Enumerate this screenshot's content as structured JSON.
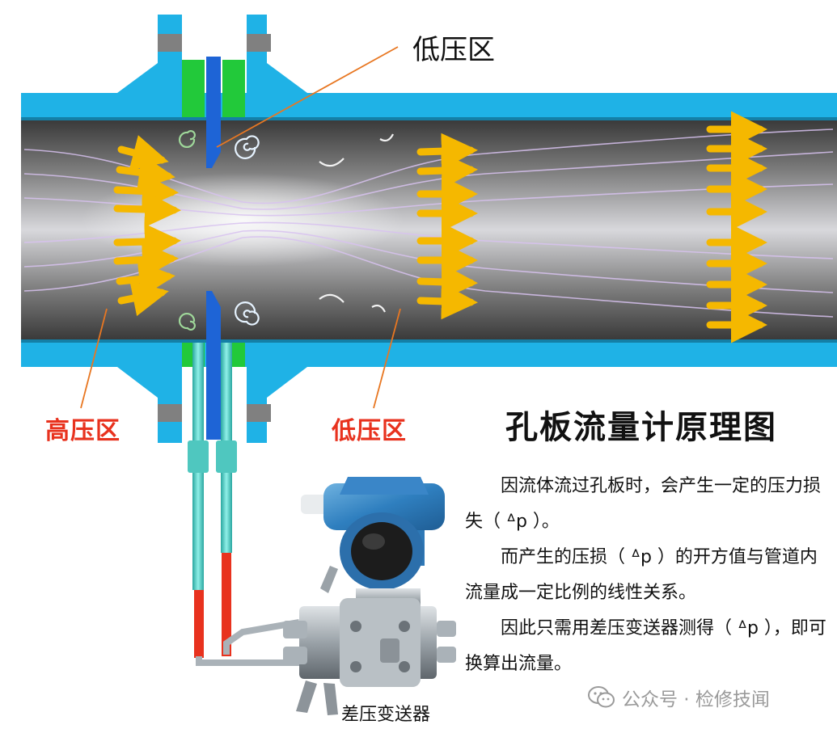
{
  "labels": {
    "low_pressure_top": "低压区",
    "high_pressure": "高压区",
    "low_pressure_bottom": "低压区",
    "title": "孔板流量计原理图",
    "device": "差压变送器"
  },
  "description": {
    "p1": "因流体流过孔板时，会产生一定的压力损失（ ᐞp ）。",
    "p2": "而产生的压损（ ᐞp ）的开方值与管道内流量成一定比例的线性关系。",
    "p3": "因此只需用差压变送器测得（ ᐞp ），即可换算出流量。"
  },
  "watermark": {
    "text": "公众号 · 检修技闻",
    "icon": "wechat-icon"
  },
  "colors": {
    "pipe_wall": "#1fb2e6",
    "flange_seal": "#22c93a",
    "orifice_plate": "#1e64d6",
    "flow_arrow": "#f5b800",
    "impulse_tube": "#3fc9c0",
    "tube_liquid": "#e8321e",
    "callout_line": "#e87722",
    "label_red": "#e8321e"
  }
}
